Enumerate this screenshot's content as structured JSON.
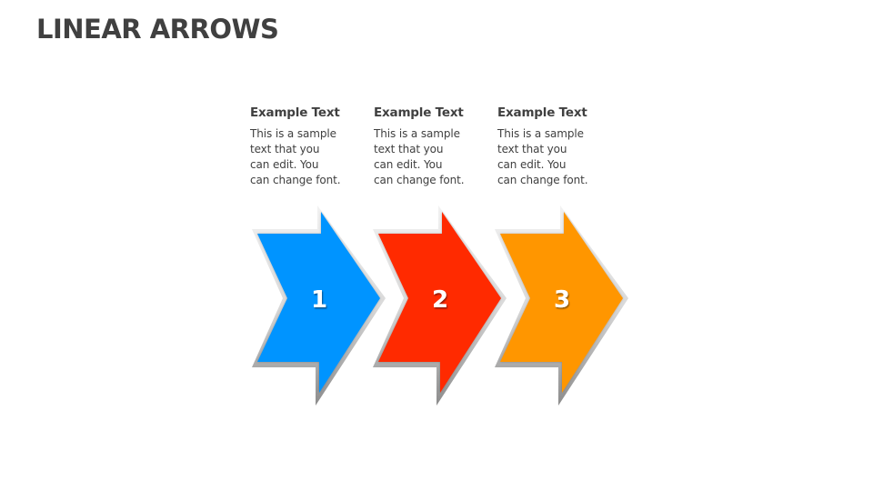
{
  "slide": {
    "title": "LINEAR ARROWS"
  },
  "steps": [
    {
      "heading": "Example Text",
      "body": "This is a sample\ntext that you\ncan edit. You\ncan change font.",
      "number": "1",
      "color": "#0094FF"
    },
    {
      "heading": "Example Text",
      "body": "This is a sample\ntext that you\ncan edit. You\ncan change font.",
      "number": "2",
      "color": "#FF2A00"
    },
    {
      "heading": "Example Text",
      "body": "This is a sample\ntext that you\ncan edit. You\ncan change font.",
      "number": "3",
      "color": "#FF9600"
    }
  ]
}
